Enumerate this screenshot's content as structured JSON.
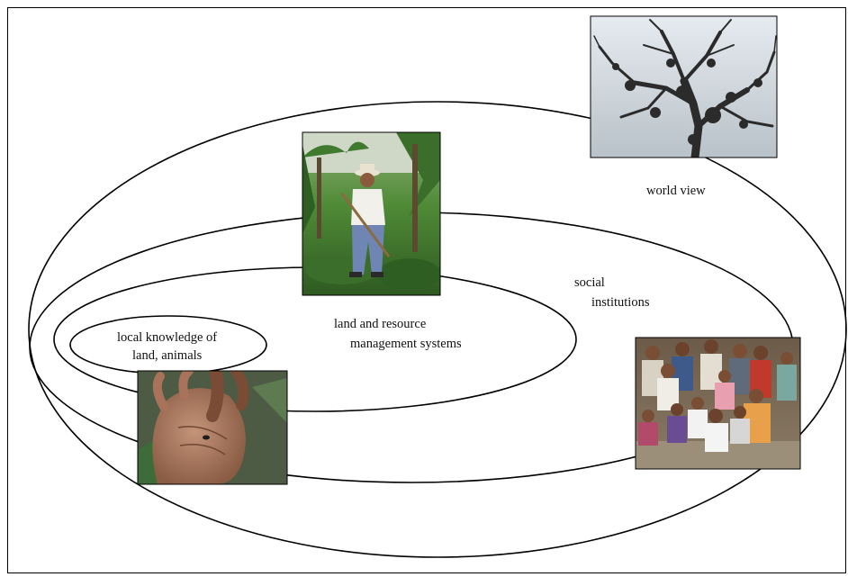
{
  "diagram": {
    "labels": {
      "world_view": "world view",
      "social_line1": "social",
      "social_line2": "institutions",
      "land_line1": "land and resource",
      "land_line2": "management systems",
      "local_line1": "local knowledge of",
      "local_line2": "land, animals"
    },
    "photos": {
      "tree": "tree-silhouette-photo",
      "farmer": "farmer-in-field-photo",
      "family": "family-group-photo",
      "hand": "hand-with-seed-photo"
    },
    "colors": {
      "stroke": "#000000",
      "sky": "#d7dde3",
      "foliage": "#3f7a2f",
      "earth": "#6b5436"
    }
  }
}
